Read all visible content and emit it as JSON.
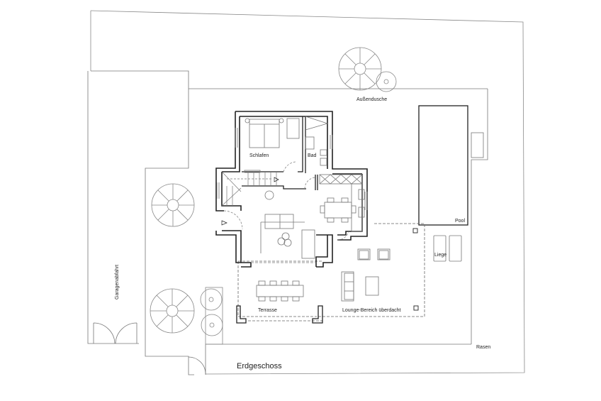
{
  "drawing": {
    "title": "Erdgeschoss",
    "type": "floor plan"
  },
  "rooms": {
    "bedroom": "Schlafen",
    "bath": "Bad",
    "terrace": "Terrasse",
    "lounge": "Lounge-Bereich überdacht"
  },
  "outdoor": {
    "shower": "Außendusche",
    "pool": "Pool",
    "lounger": "Liege",
    "lawn": "Rasen",
    "driveway": "Garagenabfahrt"
  },
  "colors": {
    "wall": "#222222",
    "line": "#777777",
    "background": "#ffffff"
  }
}
